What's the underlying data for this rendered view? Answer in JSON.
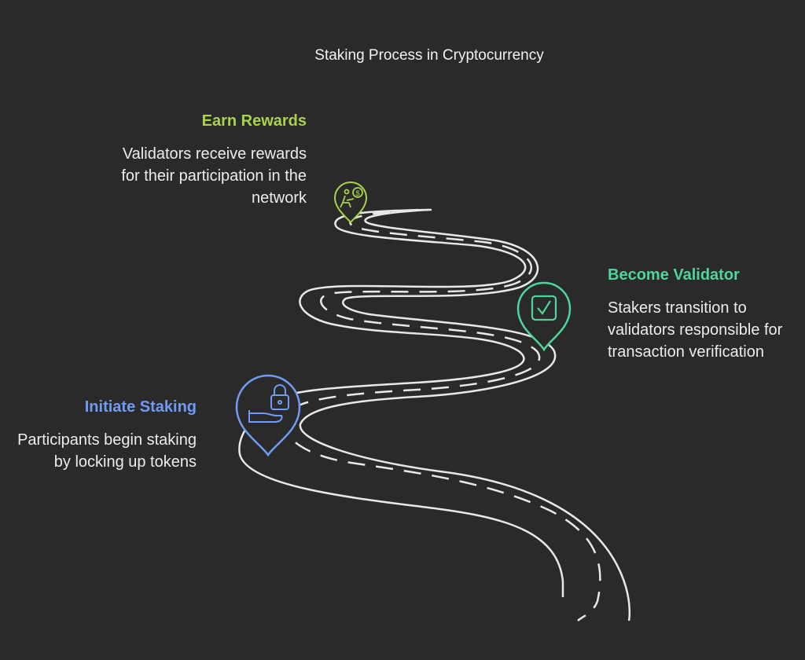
{
  "title": "Staking Process in Cryptocurrency",
  "colors": {
    "background": "#2a2a2a",
    "road": "#e8e8e8",
    "earn": "#a8d34a",
    "validator": "#4fd49b",
    "initiate": "#6f9bf2"
  },
  "steps": {
    "earn": {
      "heading": "Earn Rewards",
      "description": "Validators receive rewards for their participation in the network",
      "icon": "coin-reward-icon"
    },
    "validator": {
      "heading": "Become Validator",
      "description": "Stakers transition to validators responsible for transaction verification",
      "icon": "checkbox-icon"
    },
    "initiate": {
      "heading": "Initiate Staking",
      "description": "Participants begin staking by locking up tokens",
      "icon": "hand-lock-icon"
    }
  }
}
